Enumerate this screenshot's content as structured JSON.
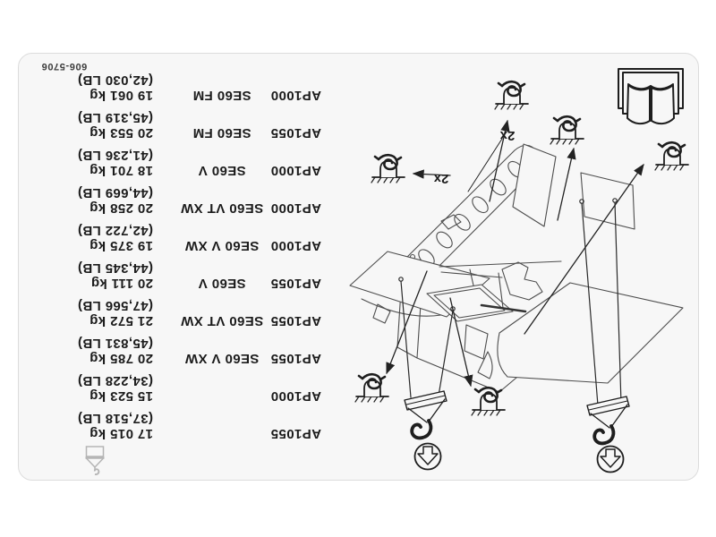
{
  "page": {
    "part_number": "606-5706",
    "orientation": "rotated-180",
    "background_color": "#f7f7f7",
    "line_color": "#4d4d4d",
    "accent_color": "#1e1e1e"
  },
  "weight_table": {
    "rows": [
      {
        "model": "AP1055",
        "screed": "",
        "kg": "17 015 kg",
        "lb": "(37,518 LB)"
      },
      {
        "model": "AP1000",
        "screed": "",
        "kg": "15 523 kg",
        "lb": "(34,228 LB)"
      },
      {
        "model": "AP1055",
        "screed": "SE60 V XW",
        "kg": "20 785 kg",
        "lb": "(45,831 LB)"
      },
      {
        "model": "AP1055",
        "screed": "SE60 VT XW",
        "kg": "21 572 kg",
        "lb": "(47,566 LB)"
      },
      {
        "model": "AP1055",
        "screed": "SE60 V",
        "kg": "20 111 kg",
        "lb": "(44,345 LB)"
      },
      {
        "model": "AP1000",
        "screed": "SE60 V XW",
        "kg": "19 375 kg",
        "lb": "(42,722 LB)"
      },
      {
        "model": "AP1000",
        "screed": "SE60 VT XW",
        "kg": "20 258 kg",
        "lb": "(44,669 LB)"
      },
      {
        "model": "AP1000",
        "screed": "SE60 V",
        "kg": "18 701 kg",
        "lb": "(41,236 LB)"
      },
      {
        "model": "AP1055",
        "screed": "SE60 FM",
        "kg": "20 553 kg",
        "lb": "(45,319 LB)"
      },
      {
        "model": "AP1000",
        "screed": "SE60 FM",
        "kg": "19 061 kg",
        "lb": "(42,030 LB)"
      }
    ]
  },
  "diagram": {
    "labels": {
      "deck_lift_points": "2x",
      "front_lift_points": "2x"
    },
    "icons": {
      "operators_manual": "open-book",
      "tie_down_point": "rope-curl-on-hatched-ground",
      "crane_hook": "spreader-bar-hook-with-circled-down-arrow",
      "table_pictogram": "hook-and-load"
    },
    "tie_down_icon_count": 6,
    "crane_hook_count": 2
  }
}
